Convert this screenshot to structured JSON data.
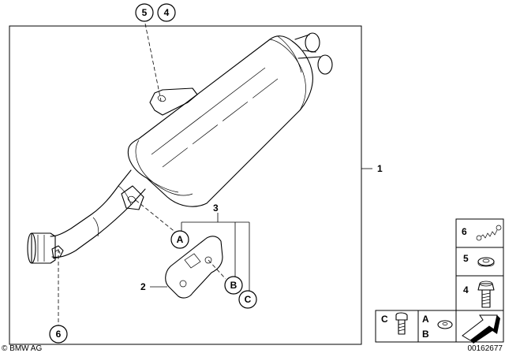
{
  "labels": {
    "part_1": "1",
    "part_2": "2",
    "part_3": "3",
    "callout_5": "5",
    "callout_4": "4",
    "callout_6": "6",
    "callout_a": "A",
    "callout_b": "B",
    "callout_c": "C"
  },
  "legend": {
    "spring_number": "6",
    "washer_number": "5",
    "bolt_number": "4",
    "screw_letter": "C",
    "washer_a_letter": "A",
    "washer_b_letter": "B"
  },
  "footer": {
    "copyright": "© BMW AG",
    "image_number": "00162677"
  }
}
